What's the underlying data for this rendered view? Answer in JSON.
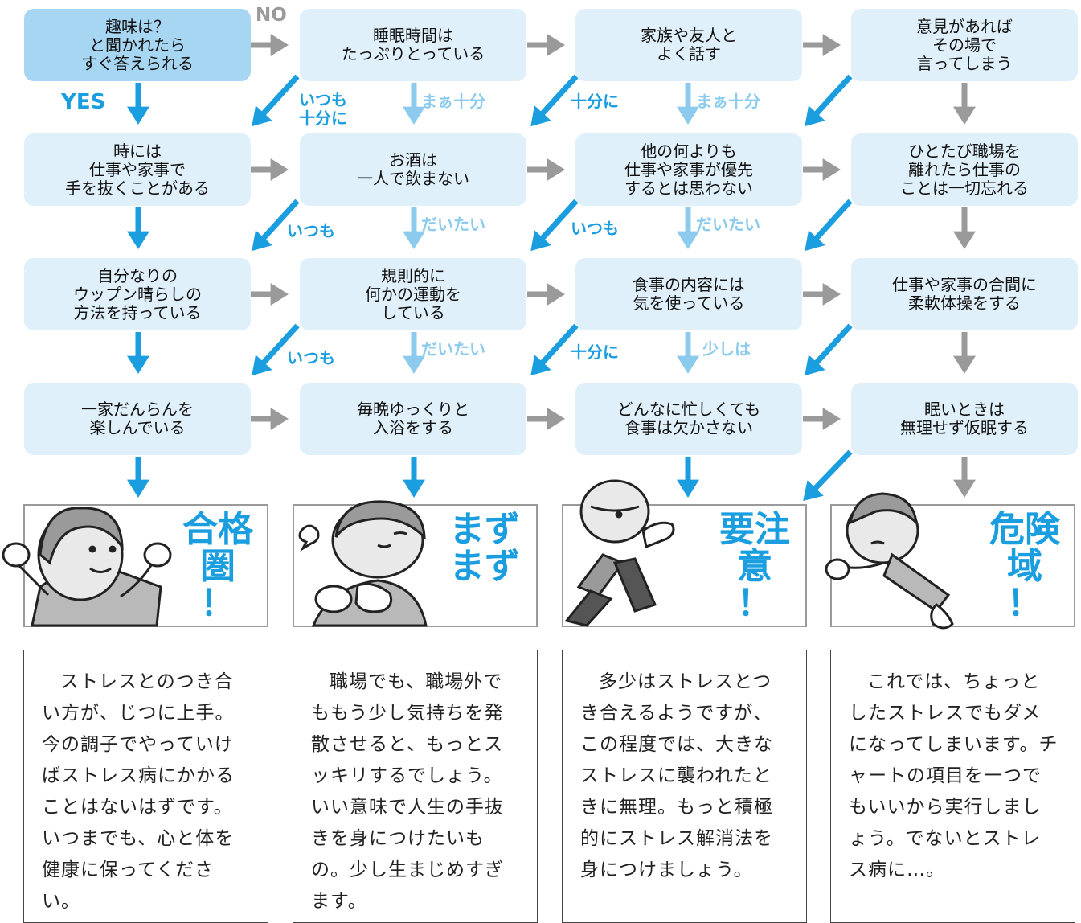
{
  "labels": {
    "no": "NO",
    "yes": "YES"
  },
  "nodes": {
    "c1": [
      "趣味は？\nと聞かれたら\nすぐ答えられる",
      "時には\n仕事や家事で\n手を抜くことがある",
      "自分なりの\nウップン晴らしの\n方法を持っている",
      "一家だんらんを\n楽しんでいる"
    ],
    "c2": [
      "睡眠時間は\nたっぷりとっている",
      "お酒は\n一人で飲まない",
      "規則的に\n何かの運動を\nしている",
      "毎晩ゆっくりと\n入浴をする"
    ],
    "c3": [
      "家族や友人と\nよく話す",
      "他の何よりも\n仕事や家事が優先\nするとは思わない",
      "食事の内容には\n気を使っている",
      "どんなに忙しくても\n食事は欠かさない"
    ],
    "c4": [
      "意見があれば\nその場で\n言ってしまう",
      "ひとたび職場を\n離れたら仕事の\nことは一切忘れる",
      "仕事や家事の合間に\n柔軟体操をする",
      "眠いときは\n無理せず仮眠する"
    ]
  },
  "edge_labels": {
    "c2_diag": [
      "いつも\n十分に",
      "いつも",
      "いつも"
    ],
    "c2_down": [
      "まぁ十分",
      "だいたい",
      "だいたい"
    ],
    "c3_diag": [
      "十分に",
      "いつも",
      "十分に"
    ],
    "c3_down": [
      "まぁ十分",
      "だいたい",
      "少しは"
    ]
  },
  "results": [
    {
      "title": "合格\n圏\n！",
      "text": "ストレスとのつき合い方が、じつに上手。今の調子でやっていけばストレス病にかかることはないはずです。いつまでも、心と体を健康に保ってください。"
    },
    {
      "title": "まず\nまず",
      "text": "職場でも、職場外でももう少し気持ちを発散させると、もっとスッキリするでしょう。いい意味で人生の手抜きを身につけたいもの。少し生まじめすぎます。"
    },
    {
      "title": "要注\n意\n！",
      "text": "多少はストレスとつき合えるようですが、この程度では、大きなストレスに襲われたときに無理。もっと積極的にストレス解消法を身につけましょう。"
    },
    {
      "title": "危険\n域\n！",
      "text": "これでは、ちょっとしたストレスでもダメになってしまいます。チャートの項目を一つでもいいから実行しましょう。でないとストレス病に…。"
    }
  ],
  "colors": {
    "yes_arrow": "#1a9ee0",
    "weak_arrow": "#8ccbee",
    "no_arrow": "#9a9a9a",
    "node_fill": "#dff0fa",
    "start_fill": "#a7d6f2"
  },
  "icons": [
    "happy-person-icon",
    "calm-person-icon",
    "worried-person-icon",
    "exhausted-person-icon"
  ]
}
